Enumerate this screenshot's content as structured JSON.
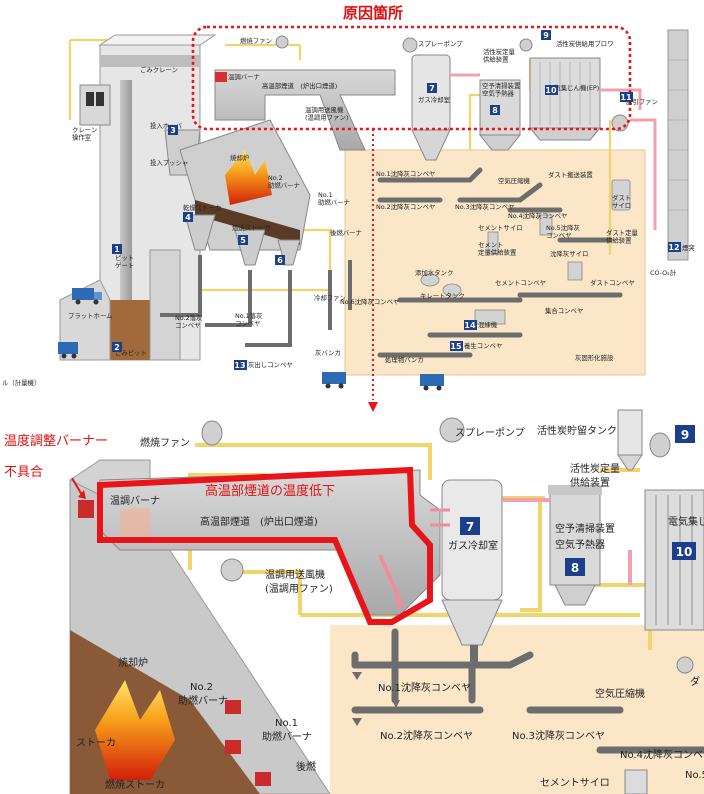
{
  "top": {
    "cause_label": "原因箇所",
    "labels": {
      "crane_room": "クレーン\n操作室",
      "garbage_crane": "ごみクレーン",
      "hopper": "投入ホッパ",
      "pusher": "投入プッシャ",
      "drying_stoker": "乾燥ストーカ",
      "combustion_stoker": "燃焼ストーカ",
      "post_stoker": "後燃焼\nストーカ",
      "incinerator": "焼却炉",
      "aux_burner2": "No.2\n助燃バーナ",
      "aux_burner1": "No.1\n助燃バーナ",
      "post_burner": "後燃バーナ",
      "fuel_fan": "燃焼ファン",
      "temp_burner": "温調バーナ",
      "hot_duct": "高温部煙道　(炉出口煙道)",
      "temp_fan": "温調用送風機\n(温調用ファン)",
      "spray_pump": "スプレーポンプ",
      "gas_cooler": "ガス冷却室",
      "air_preheater": "空予清掃装置\n空気予熱器",
      "carbon_feeder": "活性炭定量\n供給装置",
      "carbon_blower": "活性炭供給用ブロワ",
      "ep": "電気集じん機(EP)",
      "induced_fan": "誘引ファン",
      "stack": "煙突",
      "co_meter": "CO-O₂計",
      "pit_gate": "ピット\nゲート",
      "platform": "プラットホーム",
      "garbage_pit": "ごみピット",
      "weighing": "ル（計量機）",
      "conveyor2": "No.2落灰\nコンベヤ",
      "conveyor1": "No.1落灰\nコンベヤ",
      "ash_out": "灰出しコンベヤ",
      "ash_bunker": "灰バンカ",
      "cooling_fan": "冷却ファン",
      "ash_conv1": "No.1沈降灰コンベヤ",
      "ash_conv2": "No.2沈降灰コンベヤ",
      "ash_conv3": "No.3沈降灰コンベヤ",
      "ash_conv4": "No.4沈降灰コンベヤ",
      "ash_conv5": "No.5沈降灰\nコンベヤ",
      "ash_conv6": "No.6沈降灰コンベヤ",
      "compressor": "空気圧縮機",
      "dust_conveyor": "ダスト搬送装置",
      "dust_silo": "ダスト\nサイロ",
      "dust_feeder": "ダスト定量\n供給装置",
      "cement_silo": "セメントサイロ",
      "cement_feeder": "セメント\n定量供給装置",
      "settled_silo": "沈降灰サイロ",
      "water_tank": "添加水タンク",
      "chelate_tank": "キレートタンク",
      "cement_conveyor": "セメントコンベヤ",
      "dust_conveyor2": "ダストコンベヤ",
      "collect_conveyor": "集合コンベヤ",
      "mixer": "混練機",
      "curing_conveyor": "養生コンベヤ",
      "bunker": "処理物バンカ",
      "solidify": "灰固形化施設"
    },
    "badges": [
      "1",
      "2",
      "3",
      "4",
      "5",
      "6",
      "7",
      "8",
      "9",
      "10",
      "11",
      "12",
      "13",
      "14",
      "15"
    ]
  },
  "bottom": {
    "temp_burner_fault": "温度調整バーナー",
    "fault": "不具合",
    "temp_drop": "高温部煙道の温度低下",
    "labels": {
      "fuel_fan": "燃焼ファン",
      "spray_pump": "スプレーポンプ",
      "carbon_tank": "活性炭貯留タンク",
      "carbon_feeder": "活性炭定量\n供給装置",
      "temp_burner": "温調バーナ",
      "hot_duct": "高温部煙道　(炉出口煙道)",
      "temp_fan": "温調用送風機\n(温調用ファン)",
      "gas_cooler": "ガス冷却室",
      "air_cleaner": "空予清掃装置",
      "air_preheater": "空気予熱器",
      "ep": "電気集じ",
      "incinerator": "焼却炉",
      "aux_burner2": "No.2\n助燃バーナ",
      "aux_burner1": "No.1\n助燃バーナ",
      "stoker": "ストーカ",
      "combustion_stoker": "燃焼ストーカ",
      "post": "後燃",
      "ash_conv1": "No.1沈降灰コンベヤ",
      "ash_conv2": "No.2沈降灰コンベヤ",
      "ash_conv3": "No.3沈降灰コンベヤ",
      "ash_conv4": "No.4沈降灰コンベヤ",
      "ash_conv5": "No.5",
      "compressor": "空気圧縮機",
      "cement_silo": "セメントサイロ",
      "da": "ダ"
    },
    "badges": {
      "b7": "7",
      "b8": "8",
      "b9": "9",
      "b10": "10"
    }
  },
  "colors": {
    "accent_red": "#e8141a",
    "duct_yellow": "#f3d46a",
    "ash_area": "#fbe6c8",
    "pipe_gray": "#6d6d6d",
    "badge_blue": "#1c3f8c"
  }
}
